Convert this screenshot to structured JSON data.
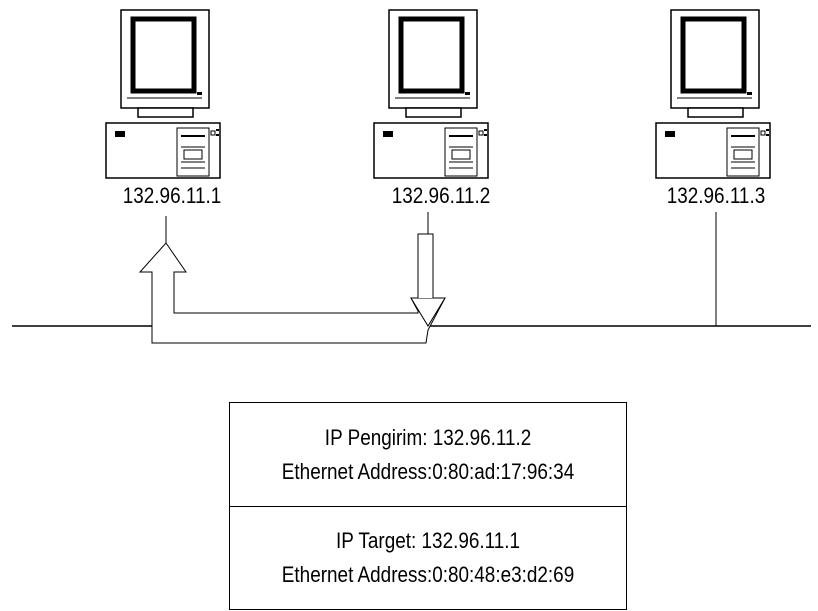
{
  "computers": [
    {
      "ip_label": "132.96.11.1"
    },
    {
      "ip_label": "132.96.11.2"
    },
    {
      "ip_label": "132.96.11.3"
    }
  ],
  "packet": {
    "sender_ip": "IP Pengirim: 132.96.11.2",
    "sender_mac": "Ethernet Address:0:80:ad:17:96:34",
    "target_ip": "IP Target: 132.96.11.1",
    "target_mac": "Ethernet Address:0:80:48:e3:d2:69"
  }
}
